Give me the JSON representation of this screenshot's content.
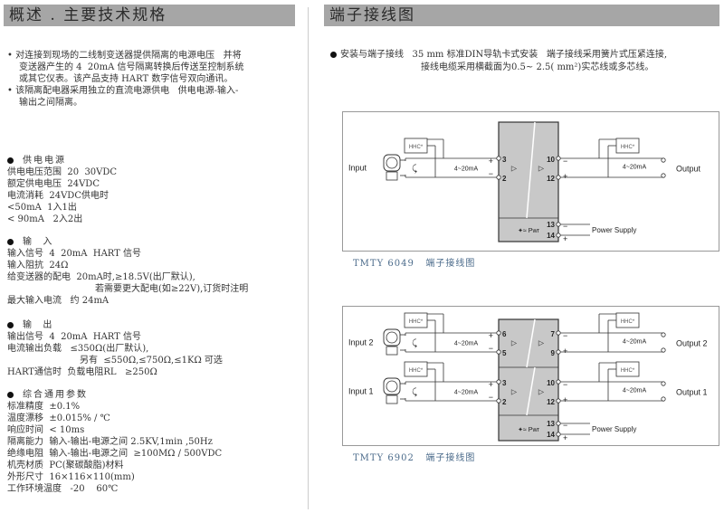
{
  "left": {
    "title": "概述 . 主要技术规格",
    "intro": [
      "• 对连接到现场的二线制变送器提供隔离的电源电压   并将",
      "变送器产生的 4  20mA 信号隔离转换后传送至控制系统",
      "或其它仪表。该产品支持 HART 数字信号双向通讯。",
      "• 该隔离配电器采用独立的直流电源供电   供电电源-输入-",
      "输出之间隔离。"
    ],
    "power": {
      "heading": "供电电源",
      "lines": [
        "供电电压范围  20  30VDC",
        "额定供电电压  24VDC",
        "电流消耗  24VDC供电时",
        "<50mA  1入1出",
        "< 90mA   2入2出"
      ]
    },
    "input": {
      "heading": "输  入",
      "lines": [
        "输入信号  4  20mA  HART 信号",
        "输入阻抗  24Ω",
        "给变送器的配电  20mA时,≥18.5V(出厂默认),",
        "若需要更大配电(如≥22V),订货时注明",
        "最大输入电流   约 24mA"
      ]
    },
    "output": {
      "heading": "输  出",
      "lines": [
        "输出信号  4  20mA  HART 信号",
        "电流输出负载   ≤350Ω(出厂默认),",
        "另有  ≤550Ω,≤750Ω,≤1KΩ 可选",
        "HART通信时  负载电阻RL   ≥250Ω"
      ]
    },
    "general": {
      "heading": "综合通用参数",
      "lines": [
        "标准精度  ±0.1%",
        "温度漂移  ±0.015% / ℃",
        "响应时间  < 10ms",
        "隔离能力  输入-输出-电源之间 2.5KV,1min ,50Hz",
        "绝缘电阻  输入-输出-电源之间  ≥100MΩ / 500VDC",
        "机壳材质  PC(聚碳酸脂)材料",
        "外形尺寸  16×116×110(mm)",
        "工作环境温度   -20    60℃"
      ]
    }
  },
  "right": {
    "title": "端子接线图",
    "install": [
      "安装与端子接线   35 mm 标准DIN导轨卡式安装   端子接线采用簧片式压紧连接,",
      "接线电缆采用横截面为0.5~ 2.5( mm²)实芯线或多芯线。"
    ],
    "diagrams": [
      {
        "caption": "TMTY 6049   端子接线图",
        "channels": [
          {
            "input_label": "Input",
            "output_label": "Output",
            "in_terms": [
              "3",
              "2"
            ],
            "out_terms": [
              "10",
              "12"
            ],
            "signal": "4~20mA",
            "hhc": "HHC*"
          }
        ],
        "power": {
          "terms": [
            "13",
            "14"
          ],
          "label": "Power Supply",
          "pwr": "Pwr"
        }
      },
      {
        "caption": "TMTY 6902   端子接线图",
        "channels": [
          {
            "input_label": "Input 2",
            "output_label": "Output 2",
            "in_terms": [
              "6",
              "5"
            ],
            "out_terms": [
              "7",
              "9"
            ],
            "signal": "4~20mA",
            "hhc": "HHC*"
          },
          {
            "input_label": "Input 1",
            "output_label": "Output 1",
            "in_terms": [
              "3",
              "2"
            ],
            "out_terms": [
              "10",
              "12"
            ],
            "signal": "4~20mA",
            "hhc": "HHC*"
          }
        ],
        "power": {
          "terms": [
            "13",
            "14"
          ],
          "label": "Power Supply",
          "pwr": "Pwr"
        }
      }
    ]
  },
  "colors": {
    "header": "#a6a6a6",
    "module": "#c8c8c8",
    "caption": "#4a6a8a"
  }
}
